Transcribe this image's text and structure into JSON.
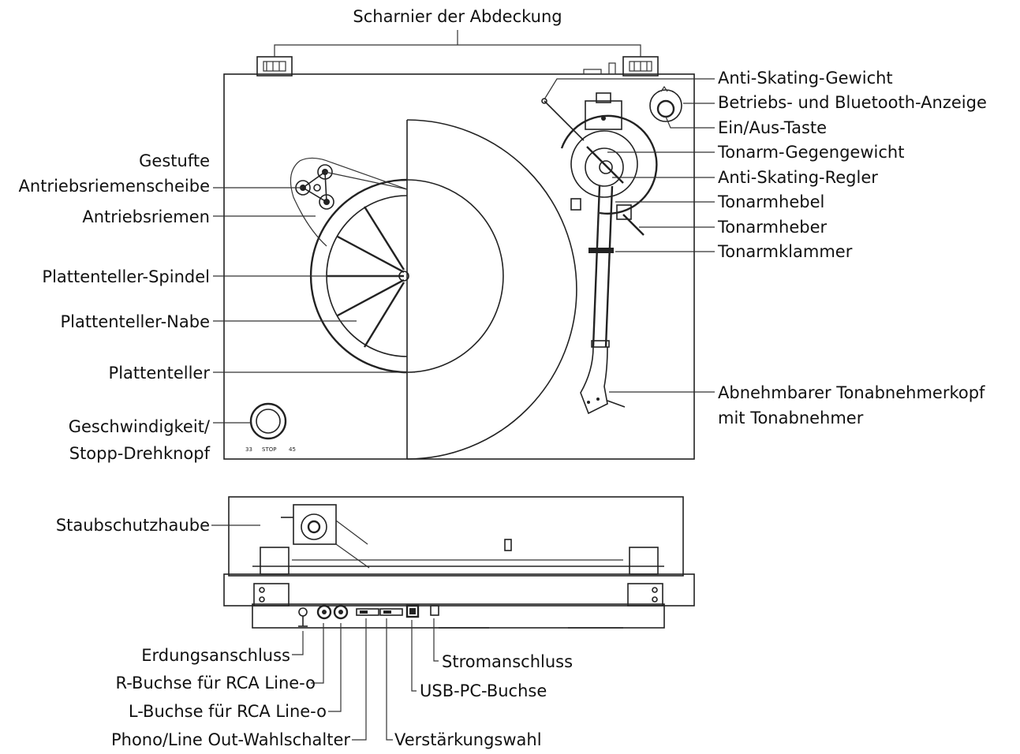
{
  "labels": {
    "hinge": "Scharnier der Abdeckung",
    "pulley_l1": "Gestufte",
    "pulley_l2": "Antriebsriemenscheibe",
    "belt": "Antriebsriemen",
    "spindle": "Plattenteller-Spindel",
    "hub": "Plattenteller-Nabe",
    "platter": "Plattenteller",
    "speed_l1": "Geschwindigkeit/",
    "speed_l2": "Stopp-Drehknopf",
    "antiskate_weight": "Anti-Skating-Gewicht",
    "indicator": "Betriebs- und Bluetooth-Anzeige",
    "power": "Ein/Aus-Taste",
    "counterweight": "Tonarm-Gegengewicht",
    "antiskate_knob": "Anti-Skating-Regler",
    "lever": "Tonarmhebel",
    "lift": "Tonarmheber",
    "clamp": "Tonarmklammer",
    "headshell_l1": "Abnehmbarer Tonabnehmerkopf",
    "headshell_l2": "mit Tonabnehmer",
    "dustcover": "Staubschutzhaube",
    "ground": "Erdungsanschluss",
    "rca_r": "R-Buchse für RCA Line-o",
    "rca_l": "L-Buchse für RCA Line-o",
    "phono_switch": "Phono/Line Out-Wahlschalter",
    "gain": "Verstärkungswahl",
    "usb": "USB-PC-Buchse",
    "dc": "Stromanschluss"
  },
  "knob_marks": {
    "s33": "33",
    "stop": "STOP",
    "s45": "45"
  },
  "icons": [
    "hinge-icon",
    "pulley-icon",
    "knob-icon",
    "tonearm-icon",
    "power-button-icon",
    "rca-jack-icon",
    "usb-jack-icon",
    "ground-icon"
  ],
  "colors": {
    "line": "#333333",
    "text": "#111111",
    "background": "#ffffff"
  }
}
